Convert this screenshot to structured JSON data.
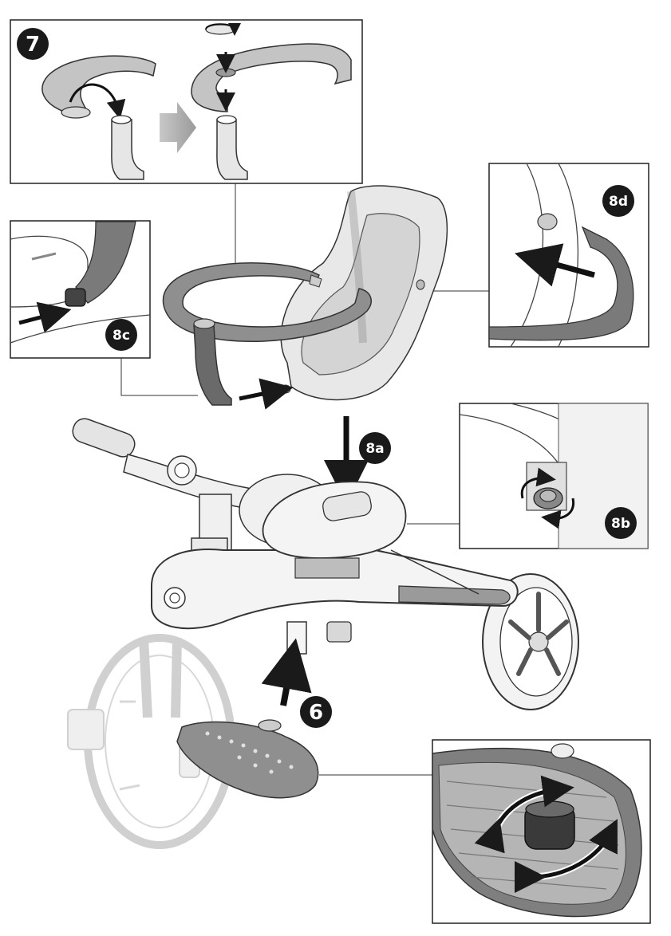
{
  "steps": {
    "step7": "7",
    "step6": "6",
    "step8a": "8a",
    "step8b": "8b",
    "step8c": "8c",
    "step8d": "8d"
  },
  "colors": {
    "ink": "#222222",
    "part_dark": "#7a7a7a",
    "part_mid": "#a8a8a8",
    "part_light": "#d8d8d8",
    "ghost": "#cfcfcf",
    "badge": "#1a1a1a"
  }
}
